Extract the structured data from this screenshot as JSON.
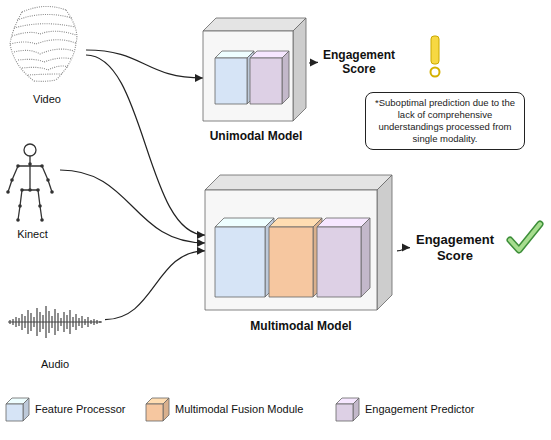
{
  "diagram": {
    "nodes": [
      {
        "text": [
          "Video"
        ]
      },
      {
        "text": [
          "Unimodal Model"
        ]
      },
      {
        "text": [
          "Engagement Score"
        ]
      },
      {
        "text": [
          "*Suboptimal prediction due to the lack of comprehensive understandings processed from single modality."
        ]
      },
      {
        "text": [
          "Kinect"
        ]
      },
      {
        "text": [
          "Multimodal Model"
        ]
      },
      {
        "text": [
          "Engagement Score"
        ]
      },
      {
        "text": [
          "Audio"
        ]
      }
    ],
    "edges": [
      {
        "from": 0,
        "to": 1,
        "arrow": "to"
      },
      {
        "from": 1,
        "to": 2,
        "arrow": "to"
      },
      {
        "from": 0,
        "to": 5,
        "arrow": "to"
      },
      {
        "from": 4,
        "to": 5,
        "arrow": "to"
      },
      {
        "from": 7,
        "to": 5,
        "arrow": "to"
      },
      {
        "from": 5,
        "to": 6,
        "arrow": "to"
      }
    ],
    "legend": [
      {
        "text": "Feature Processor",
        "color": "#d6e4f6"
      },
      {
        "text": "Multimodal Fusion Module",
        "color": "#f6c7a0"
      },
      {
        "text": "Engagement Predictor",
        "color": "#ddd0e5"
      }
    ]
  }
}
